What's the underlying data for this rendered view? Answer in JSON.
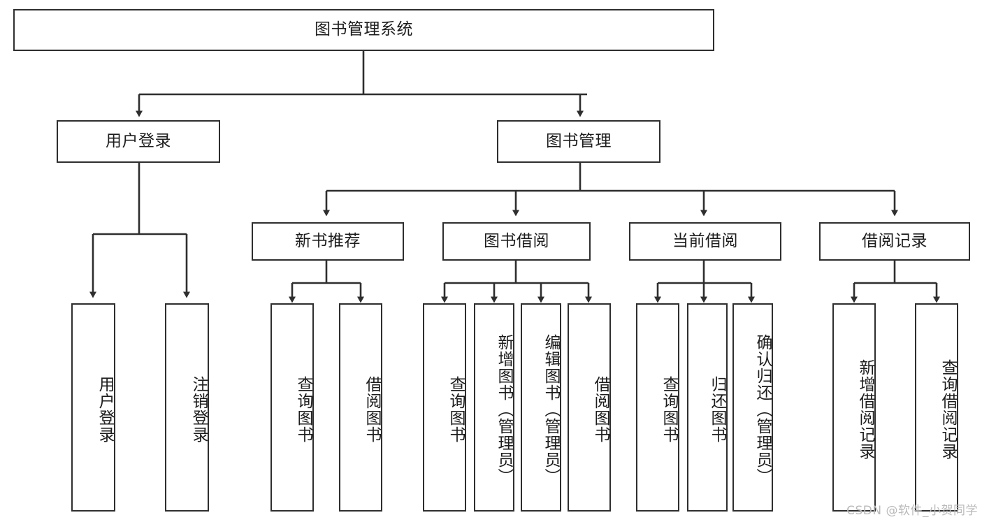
{
  "diagram": {
    "title": "图书管理系统",
    "watermark": "CSDN @软件_小贺同学",
    "colors": {
      "background": "#ffffff",
      "node_fill": "#ffffff",
      "node_stroke": "#2e2e2e",
      "edge_stroke": "#2e2e2e",
      "text": "#1d1d1d",
      "watermark": "#b9b9b9"
    },
    "levels": {
      "root": "图书管理系统",
      "level2": [
        "用户登录",
        "图书管理"
      ],
      "level3": [
        "新书推荐",
        "图书借阅",
        "当前借阅",
        "借阅记录"
      ]
    },
    "nodes": {
      "root": {
        "label": "图书管理系统"
      },
      "user_login": {
        "label": "用户登录"
      },
      "book_manage": {
        "label": "图书管理"
      },
      "new_book_rec": {
        "label": "新书推荐"
      },
      "book_borrow": {
        "label": "图书借阅"
      },
      "current_borrow": {
        "label": "当前借阅"
      },
      "borrow_record": {
        "label": "借阅记录"
      },
      "leaf_user_login": {
        "label": "用户登录"
      },
      "leaf_user_logout": {
        "label": "注销登录"
      },
      "leaf_rec_query": {
        "label": "查询图书"
      },
      "leaf_rec_borrow": {
        "label": "借阅图书"
      },
      "leaf_borrow_query": {
        "label": "查询图书"
      },
      "leaf_borrow_add": {
        "label": "新增图书（管理员）"
      },
      "leaf_borrow_edit": {
        "label": "编辑图书（管理员）"
      },
      "leaf_borrow_do": {
        "label": "借阅图书"
      },
      "leaf_cur_query": {
        "label": "查询图书"
      },
      "leaf_cur_return": {
        "label": "归还图书"
      },
      "leaf_cur_confirm": {
        "label": "确认归还（管理员）"
      },
      "leaf_rec_add": {
        "label": "新增借阅记录"
      },
      "leaf_rec_search": {
        "label": "查询借阅记录"
      }
    },
    "edges": [
      {
        "from": "root",
        "to": "user_login"
      },
      {
        "from": "root",
        "to": "book_manage"
      },
      {
        "from": "user_login",
        "to": "leaf_user_login"
      },
      {
        "from": "user_login",
        "to": "leaf_user_logout"
      },
      {
        "from": "book_manage",
        "to": "new_book_rec"
      },
      {
        "from": "book_manage",
        "to": "book_borrow"
      },
      {
        "from": "book_manage",
        "to": "current_borrow"
      },
      {
        "from": "book_manage",
        "to": "borrow_record"
      },
      {
        "from": "new_book_rec",
        "to": "leaf_rec_query"
      },
      {
        "from": "new_book_rec",
        "to": "leaf_rec_borrow"
      },
      {
        "from": "book_borrow",
        "to": "leaf_borrow_query"
      },
      {
        "from": "book_borrow",
        "to": "leaf_borrow_add"
      },
      {
        "from": "book_borrow",
        "to": "leaf_borrow_edit"
      },
      {
        "from": "book_borrow",
        "to": "leaf_borrow_do"
      },
      {
        "from": "current_borrow",
        "to": "leaf_cur_query"
      },
      {
        "from": "current_borrow",
        "to": "leaf_cur_return"
      },
      {
        "from": "current_borrow",
        "to": "leaf_cur_confirm"
      },
      {
        "from": "borrow_record",
        "to": "leaf_rec_add"
      },
      {
        "from": "borrow_record",
        "to": "leaf_rec_search"
      }
    ]
  }
}
